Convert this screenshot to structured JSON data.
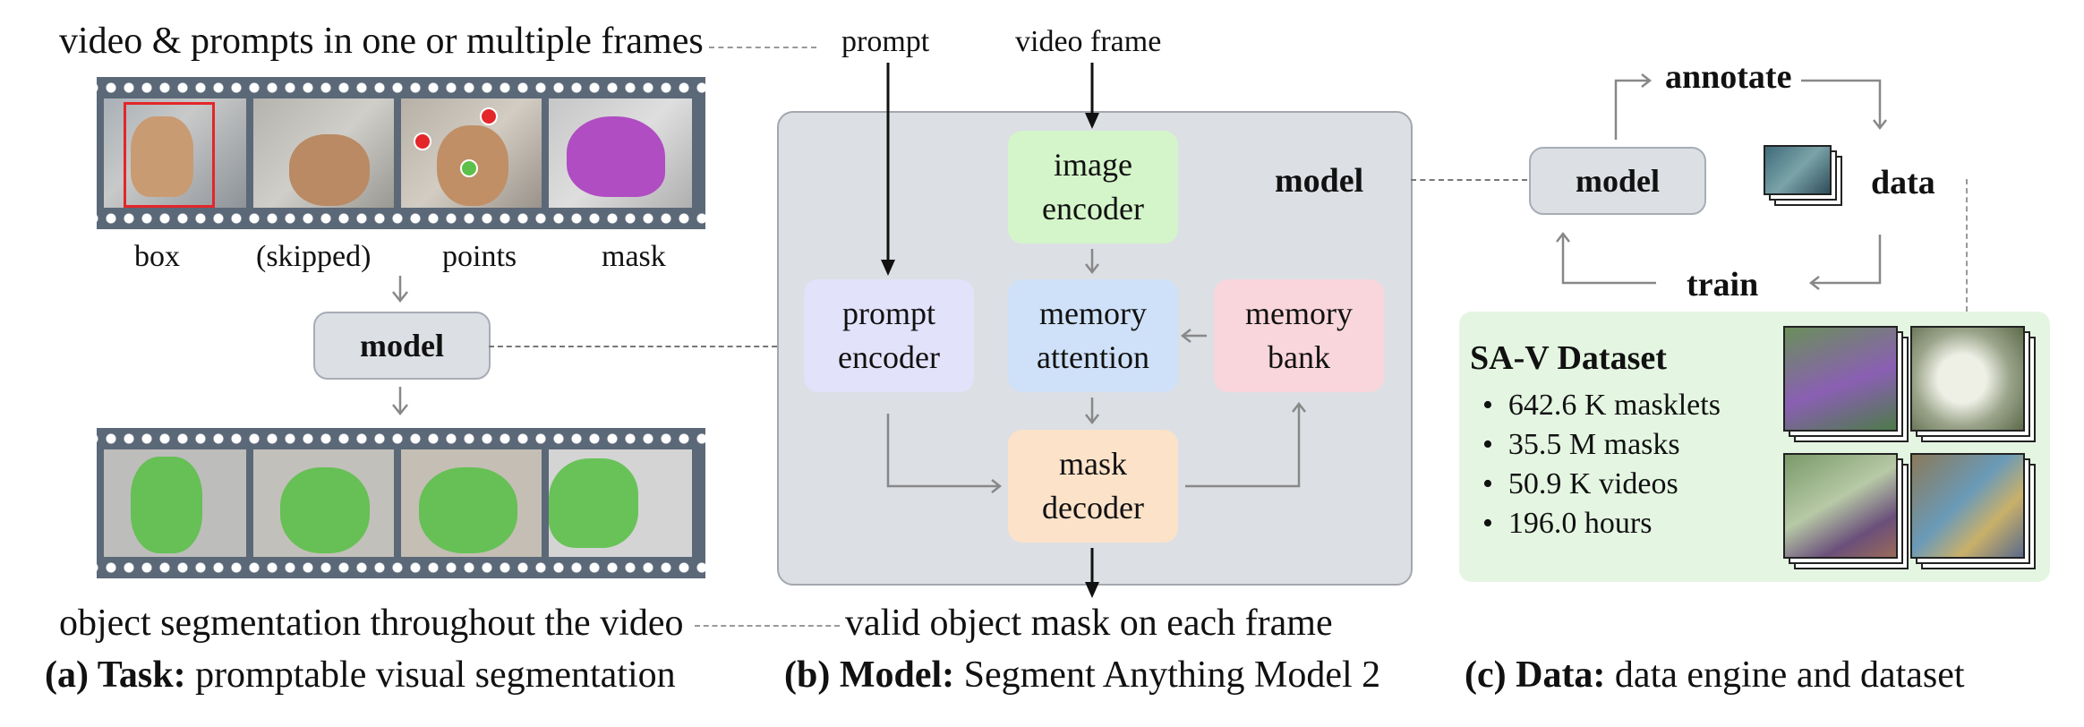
{
  "panel_a": {
    "top_label": "video & prompts in one or multiple frames",
    "frame_labels": [
      "box",
      "(skipped)",
      "points",
      "mask"
    ],
    "model_label": "model",
    "bottom_label": "object segmentation throughout the video",
    "caption_prefix": "(a) Task:",
    "caption_text": "promptable visual segmentation"
  },
  "panel_b": {
    "input_prompt": "prompt",
    "input_frame": "video frame",
    "model_title": "model",
    "image_encoder": "image\nencoder",
    "prompt_encoder": "prompt\nencoder",
    "memory_attention": "memory\nattention",
    "memory_bank": "memory\nbank",
    "mask_decoder": "mask\ndecoder",
    "output_label": "valid object mask on each frame",
    "caption_prefix": "(b) Model:",
    "caption_text": "Segment Anything Model 2"
  },
  "panel_c": {
    "annotate": "annotate",
    "model": "model",
    "data": "data",
    "train": "train",
    "dataset_title": "SA-V Dataset",
    "stats": [
      "642.6 K masklets",
      "35.5 M masks",
      "50.9 K videos",
      "196.0 hours"
    ],
    "caption_prefix": "(c) Data:",
    "caption_text": "data engine and dataset"
  },
  "colors": {
    "image_encoder": "#d4f5c9",
    "prompt_encoder": "#e3e2fb",
    "memory_attention": "#cfe1f8",
    "memory_bank": "#f9d6dc",
    "mask_decoder": "#fbe2c9",
    "model_box": "#dcdfe4",
    "dataset_panel": "#e4f6e2",
    "film": "#5b6878",
    "mask_green": "#5cc04a",
    "mask_purple": "#b04dc2",
    "box_red": "#e3262a"
  }
}
